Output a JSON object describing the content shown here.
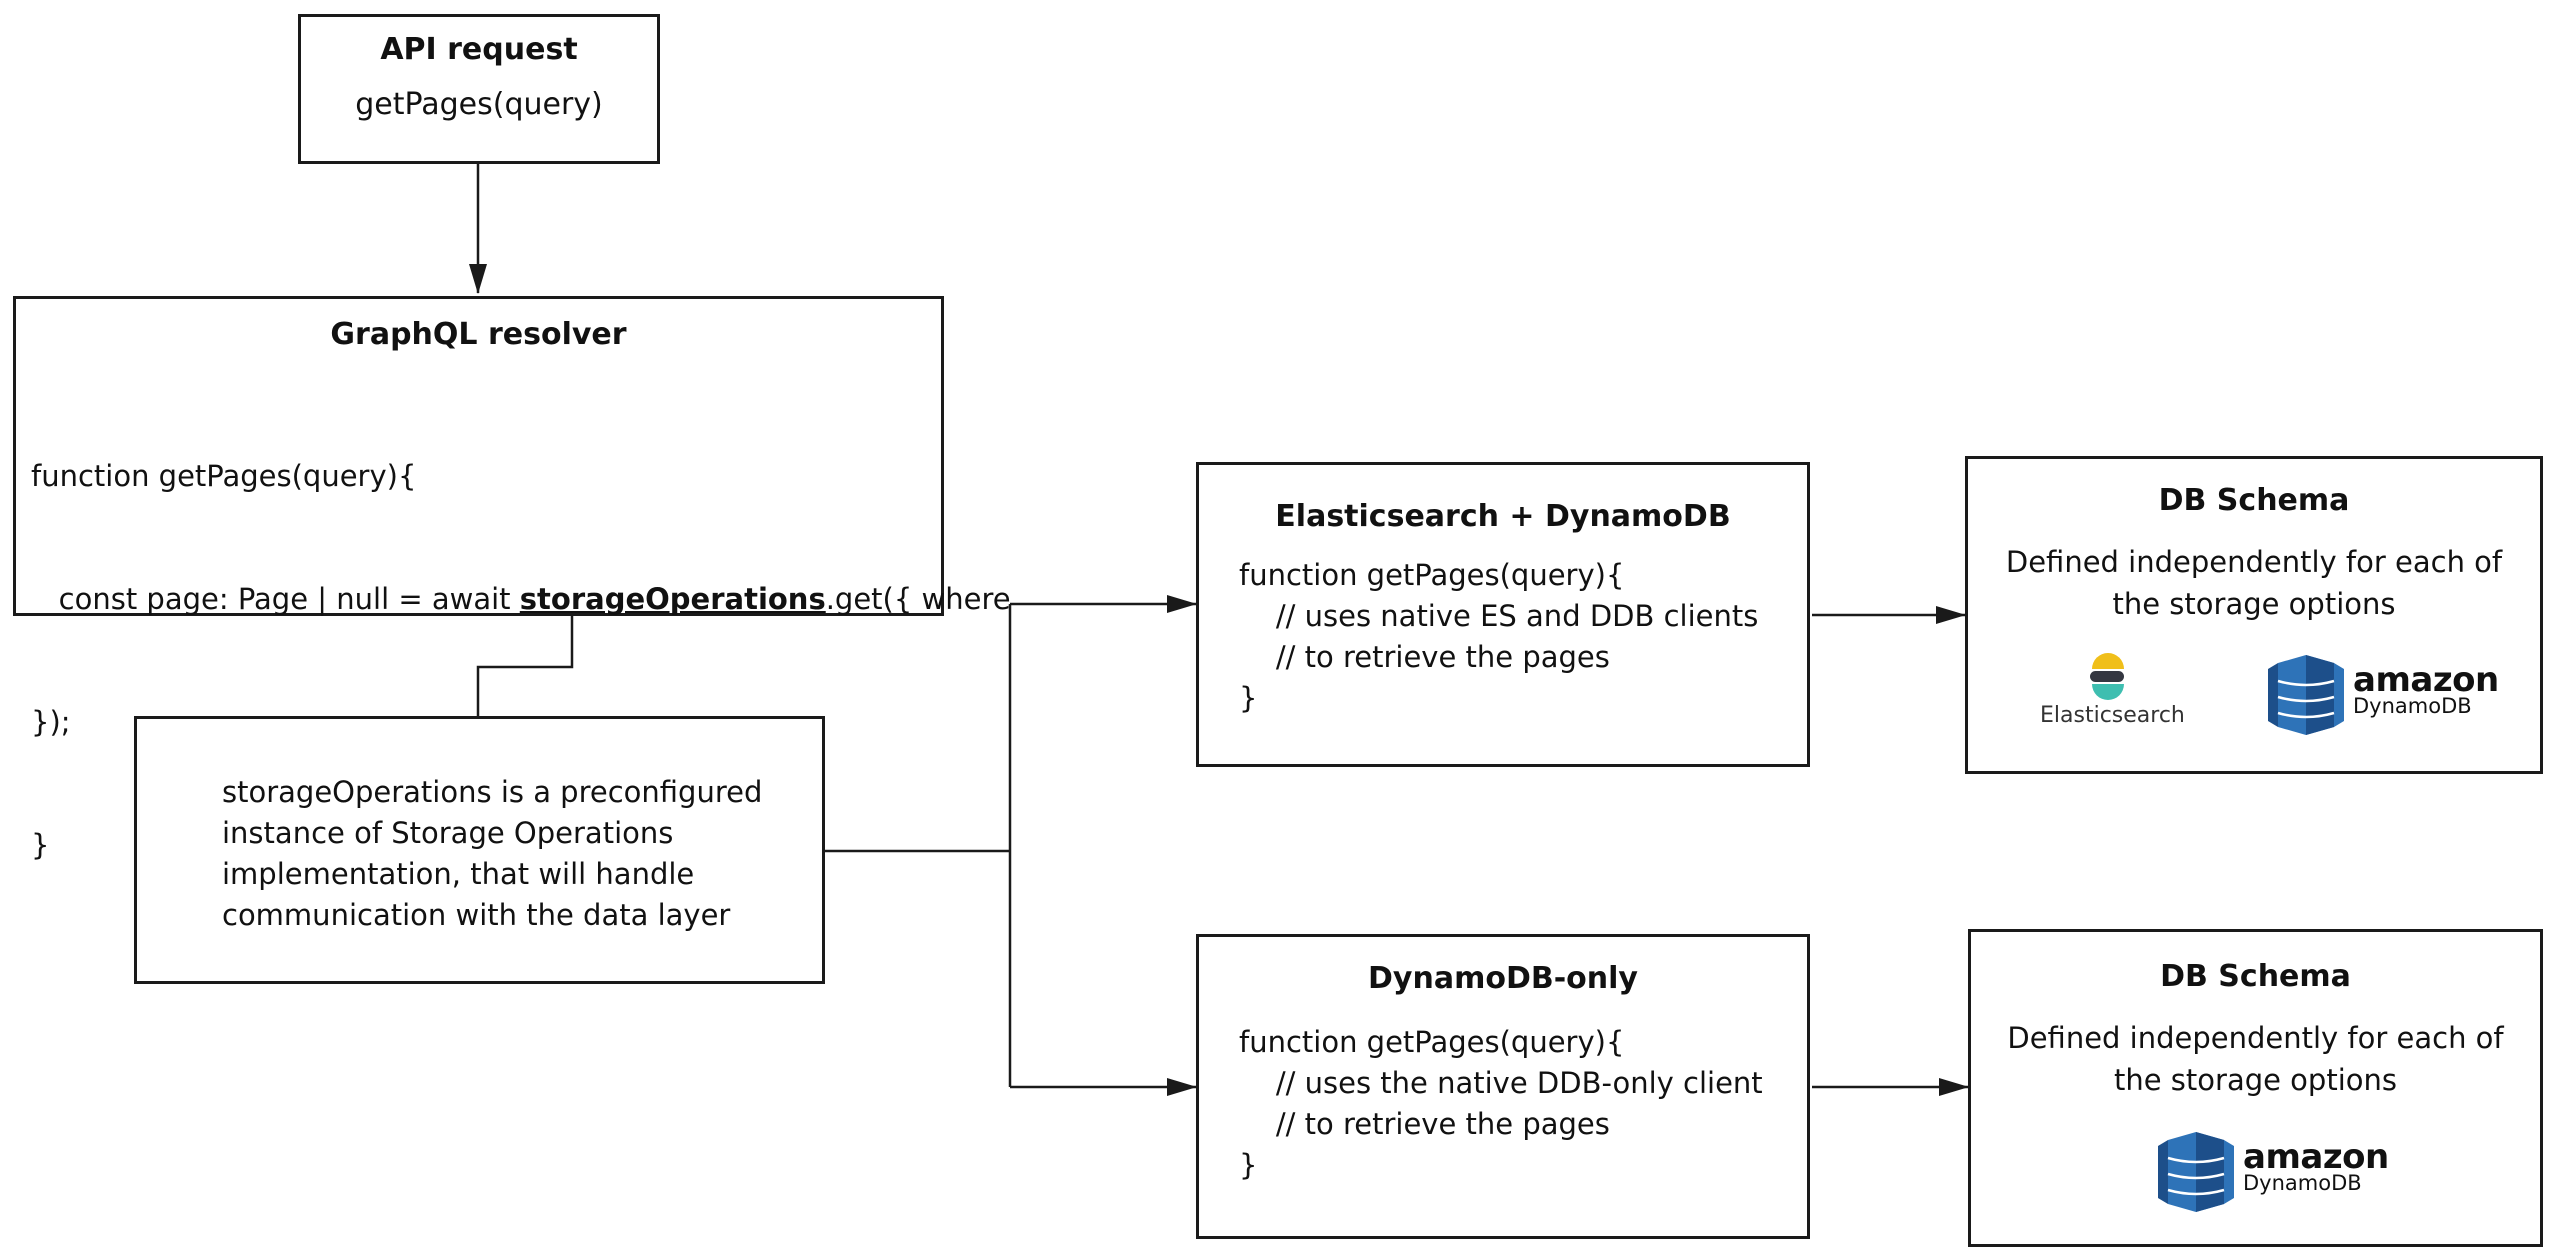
{
  "api_box": {
    "title": "API request",
    "subtitle": "getPages(query)"
  },
  "resolver_box": {
    "title": "GraphQL resolver",
    "line1": "function getPages(query){",
    "line2_pre": "   const page: Page | null = await ",
    "line2_link": "storageOperations",
    "line2_post": ".get({ where",
    "line3": "});",
    "line4": "}"
  },
  "note_box": {
    "text": "storageOperations is a preconfigured\ninstance of Storage Operations\nimplementation, that will handle\ncommunication with the data layer"
  },
  "es_ddb_box": {
    "title": "Elasticsearch + DynamoDB",
    "code": "function getPages(query){\n    // uses native ES and DDB clients\n    // to retrieve the pages\n}"
  },
  "ddb_only_box": {
    "title": "DynamoDB-only",
    "code": "function getPages(query){\n    // uses the native DDB-only client\n    // to retrieve the pages\n}"
  },
  "schema_top": {
    "title": "DB Schema",
    "description": "Defined independently for each of\nthe storage options"
  },
  "schema_bottom": {
    "title": "DB Schema",
    "description": "Defined independently for each of\nthe storage options"
  },
  "logos": {
    "elasticsearch_label": "Elasticsearch",
    "amazon_word": "amazon",
    "dynamodb_word": "DynamoDB",
    "elasticsearch_icon": "elasticsearch-icon",
    "dynamodb_icon": "dynamodb-icon"
  },
  "colors": {
    "line": "#1a1a1a",
    "es_yellow": "#F0BF1A",
    "es_dark": "#343741",
    "es_teal": "#3EBEB0",
    "ddb_blue": "#2E73B8",
    "ddb_dark": "#1D4F8A"
  }
}
